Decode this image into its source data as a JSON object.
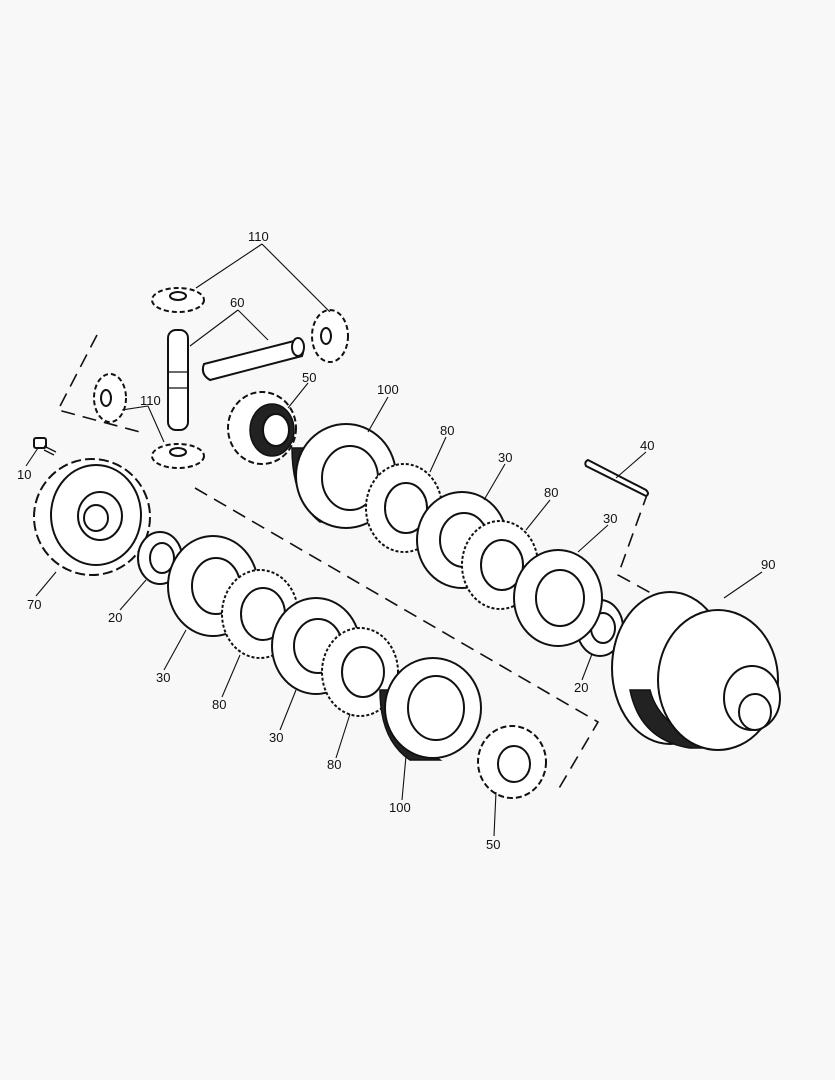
{
  "callouts": {
    "c10": "10",
    "c20a": "20",
    "c20b": "20",
    "c30a": "30",
    "c30b": "30",
    "c30c": "30",
    "c30d": "30",
    "c40": "40",
    "c50a": "50",
    "c50b": "50",
    "c60": "60",
    "c70": "70",
    "c80a": "80",
    "c80b": "80",
    "c80c": "80",
    "c80d": "80",
    "c90": "90",
    "c100a": "100",
    "c100b": "100",
    "c110a": "110",
    "c110b": "110"
  },
  "colors": {
    "ink": "#111111",
    "background": "#f8f8f8",
    "paper": "#ffffff"
  }
}
